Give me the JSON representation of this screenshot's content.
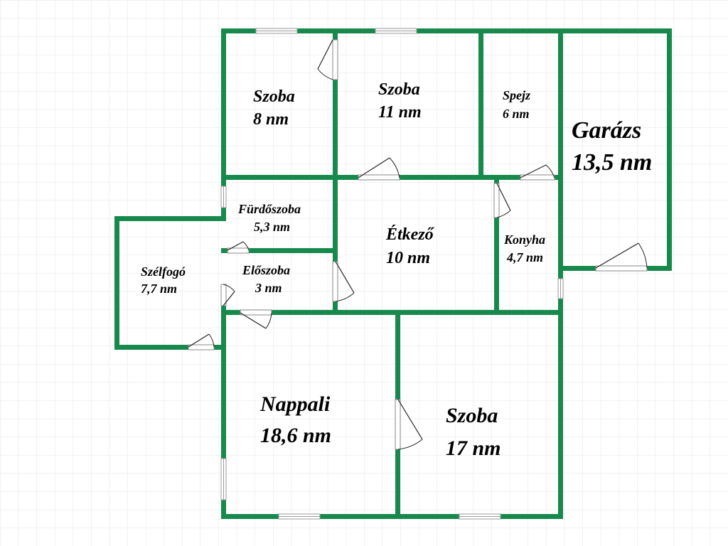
{
  "rooms": {
    "szoba1": {
      "name": "Szoba",
      "area": "8 nm"
    },
    "szoba2": {
      "name": "Szoba",
      "area": "11 nm"
    },
    "spejz": {
      "name": "Spejz",
      "area": "6 nm"
    },
    "garazs": {
      "name": "Garázs",
      "area": "13,5 nm"
    },
    "furdoszoba": {
      "name": "Fürdőszoba",
      "area": "5,3 nm"
    },
    "etkezo": {
      "name": "Étkező",
      "area": "10 nm"
    },
    "konyha": {
      "name": "Konyha",
      "area": "4,7 nm"
    },
    "szelfogo": {
      "name": "Szélfogó",
      "area": "7,7 nm"
    },
    "eloszoba": {
      "name": "Előszoba",
      "area": "3 nm"
    },
    "nappali": {
      "name": "Nappali",
      "area": "18,6 nm"
    },
    "szoba3": {
      "name": "Szoba",
      "area": "17 nm"
    }
  },
  "colors": {
    "wall": "#17894c",
    "grid": "#e3e3e3",
    "background": "#ffffff"
  }
}
